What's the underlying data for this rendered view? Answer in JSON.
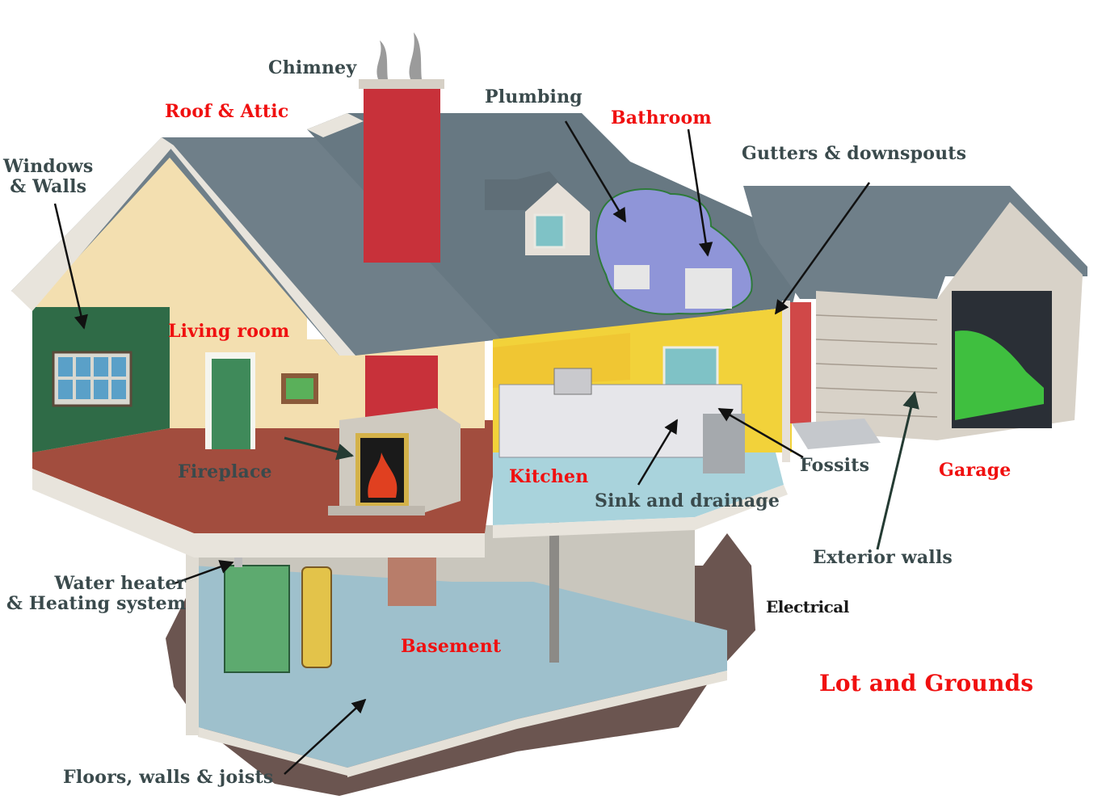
{
  "diagram": {
    "type": "labeled house cutaway illustration",
    "colors": {
      "category_label": "#f01010",
      "component_label": "#3a4a4c",
      "roof": "#6f7f89",
      "chimney_brick": "#c8313a",
      "living_wall": "#f3dfb0",
      "green_wall": "#2f6b47",
      "kitchen_wall": "#f2d23a",
      "kitchen_floor": "#a9d3dc",
      "living_floor": "#a24d3e",
      "basement_floor": "#9ec0cc",
      "bathroom_highlight": "#8f95d8",
      "garage_siding": "#d8d2c8",
      "car": "#3fbf3f",
      "ground": "#6b5550"
    }
  },
  "labels": {
    "chimney": "Chimney",
    "roof_attic": "Roof & Attic",
    "windows_walls": "Windows\n& Walls",
    "plumbing": "Plumbing",
    "bathroom": "Bathroom",
    "gutters": "Gutters & downspouts",
    "living_room": "Living room",
    "fireplace": "Fireplace",
    "kitchen": "Kitchen",
    "sink": "Sink and drainage",
    "fossits": "Fossits",
    "garage": "Garage",
    "exterior_walls": "Exterior walls",
    "electrical": "Electrical",
    "water_heater": "Water heater\n& Heating system",
    "basement": "Basement",
    "lot_grounds": "Lot and Grounds",
    "floors": "Floors, walls & joists"
  }
}
